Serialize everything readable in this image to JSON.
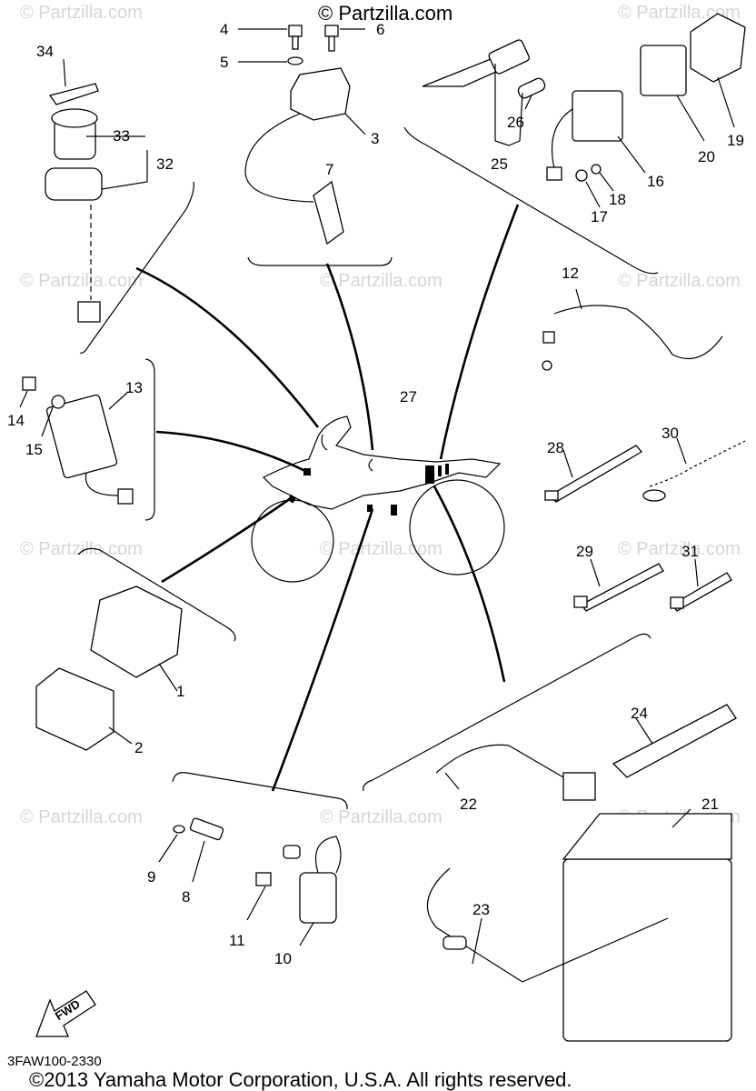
{
  "header_watermark": "© Partzilla.com",
  "watermark_text": "© Partzilla.com",
  "diagram_code": "3FAW100-2330",
  "fwd_label": "FWD",
  "copyright": "©2013  Yamaha Motor Corporation, U.S.A. All rights reserved.",
  "callouts": {
    "c1": "1",
    "c2": "2",
    "c3": "3",
    "c4": "4",
    "c5": "5",
    "c6": "6",
    "c7": "7",
    "c8": "8",
    "c9": "9",
    "c10": "10",
    "c11": "11",
    "c12": "12",
    "c13": "13",
    "c14": "14",
    "c15": "15",
    "c16": "16",
    "c17": "17",
    "c18": "18",
    "c19": "19",
    "c20": "20",
    "c21": "21",
    "c22": "22",
    "c23": "23",
    "c24": "24",
    "c25": "25",
    "c26": "26",
    "c27": "27",
    "c28": "28",
    "c29": "29",
    "c30": "30",
    "c31": "31",
    "c32": "32",
    "c33": "33",
    "c34": "34"
  },
  "colors": {
    "line": "#000000",
    "watermark": "#d6d6d6",
    "background": "#ffffff"
  }
}
